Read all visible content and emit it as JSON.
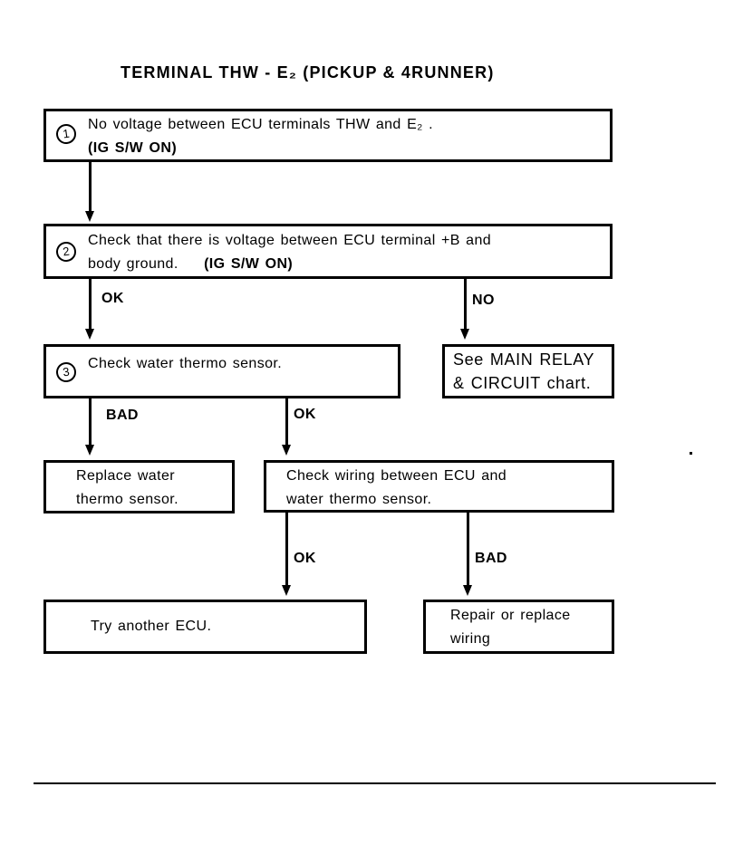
{
  "page": {
    "title": "TERMINAL THW - E₂ (PICKUP & 4RUNNER)"
  },
  "steps": {
    "step1": {
      "num": "1",
      "line1": "No voltage between ECU terminals THW and E₂ .",
      "line2": "(IG S/W ON)"
    },
    "step2": {
      "num": "2",
      "line1": "Check that there is voltage between ECU terminal +B and",
      "line2a": "body ground.",
      "line2b": "(IG S/W ON)"
    },
    "step3": {
      "num": "3",
      "line1": "Check water thermo sensor."
    }
  },
  "boxes": {
    "see_main_relay": {
      "line1": "See MAIN RELAY",
      "line2": "& CIRCUIT chart."
    },
    "replace_sensor": {
      "line1": "Replace water",
      "line2": "thermo sensor."
    },
    "check_wiring": {
      "line1": "Check wiring between ECU and",
      "line2": "water thermo sensor."
    },
    "try_ecu": {
      "line1": "Try another ECU."
    },
    "repair_wiring": {
      "line1": "Repair or replace",
      "line2": "wiring"
    }
  },
  "branch_labels": {
    "step2_ok": "OK",
    "step2_no": "NO",
    "step3_bad": "BAD",
    "step3_ok": "OK",
    "wiring_ok": "OK",
    "wiring_bad": "BAD"
  },
  "colors": {
    "ink": "#000000",
    "paper": "#ffffff"
  }
}
